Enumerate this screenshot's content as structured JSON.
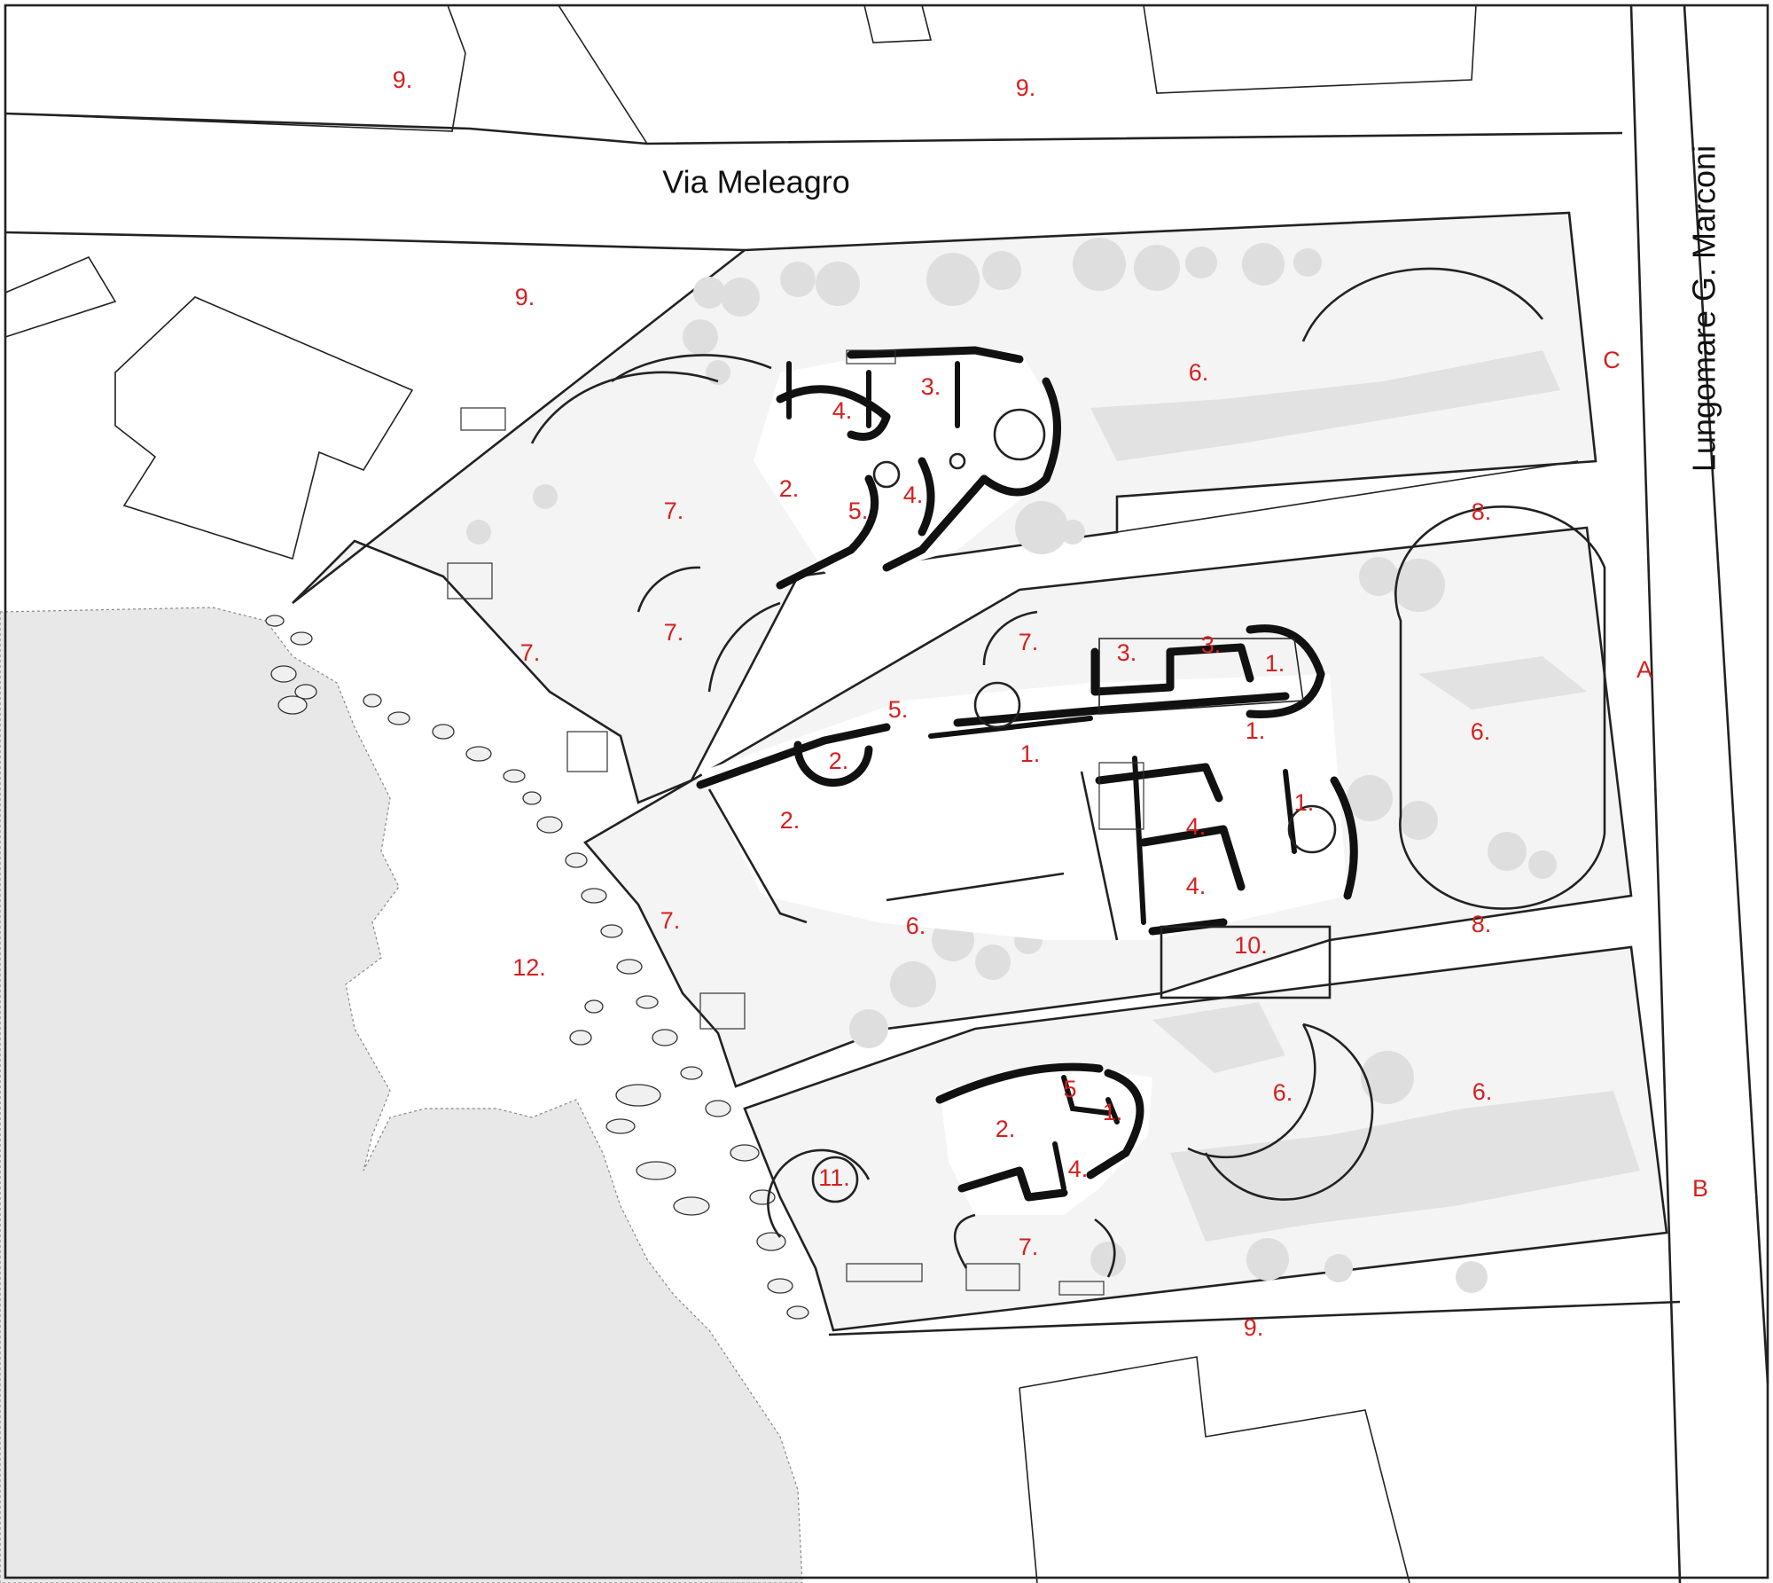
{
  "streets": {
    "north": "Via Meleagro",
    "east": "Lungomare G. Marconi"
  },
  "section_markers": [
    "A",
    "B",
    "C"
  ],
  "labels": {
    "n1": "1.",
    "n2": "2.",
    "n3": "3.",
    "n4": "4.",
    "n5": "5.",
    "n5b": "5",
    "n6": "6.",
    "n7": "7.",
    "n8": "8.",
    "n9": "9.",
    "n10": "10.",
    "n11": "11.",
    "n12": "12."
  },
  "colors": {
    "label": "#d81e1e",
    "lines": "#222222",
    "walls": "#111111",
    "garden_fill": "#f4f4f4",
    "sea_fill": "#e8e8e8"
  }
}
